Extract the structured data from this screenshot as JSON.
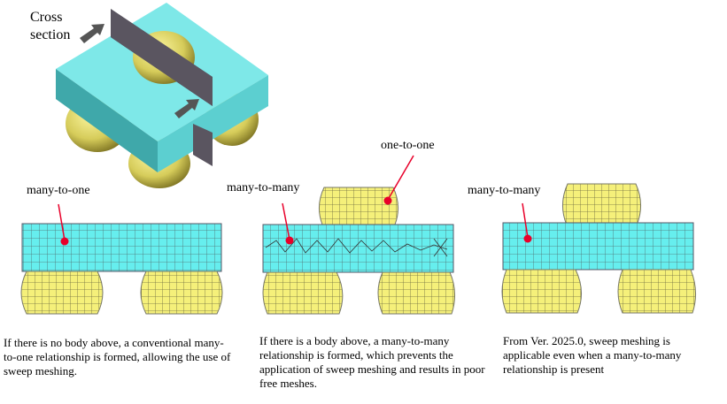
{
  "illustration": {
    "label": "Cross\nsection",
    "label_line1": "Cross",
    "label_line2": "section"
  },
  "panels": [
    {
      "labels": [
        "many-to-one"
      ],
      "caption": "If there is no body above, a conventional many-to-one relationship is formed, allowing the use of sweep meshing."
    },
    {
      "labels": [
        "many-to-many",
        "one-to-one"
      ],
      "caption": "If there is a body above, a many-to-many relationship is formed, which prevents the application of sweep meshing and results in poor free meshes."
    },
    {
      "labels": [
        "many-to-many"
      ],
      "caption": "From Ver. 2025.0, sweep meshing is applicable even when a many-to-many relationship is present"
    }
  ],
  "colors": {
    "slab": "#66eeee",
    "body": "#f5f07a",
    "mesh": "#556b6b",
    "pointer": "#e8002a",
    "plane": "#5a5560"
  }
}
